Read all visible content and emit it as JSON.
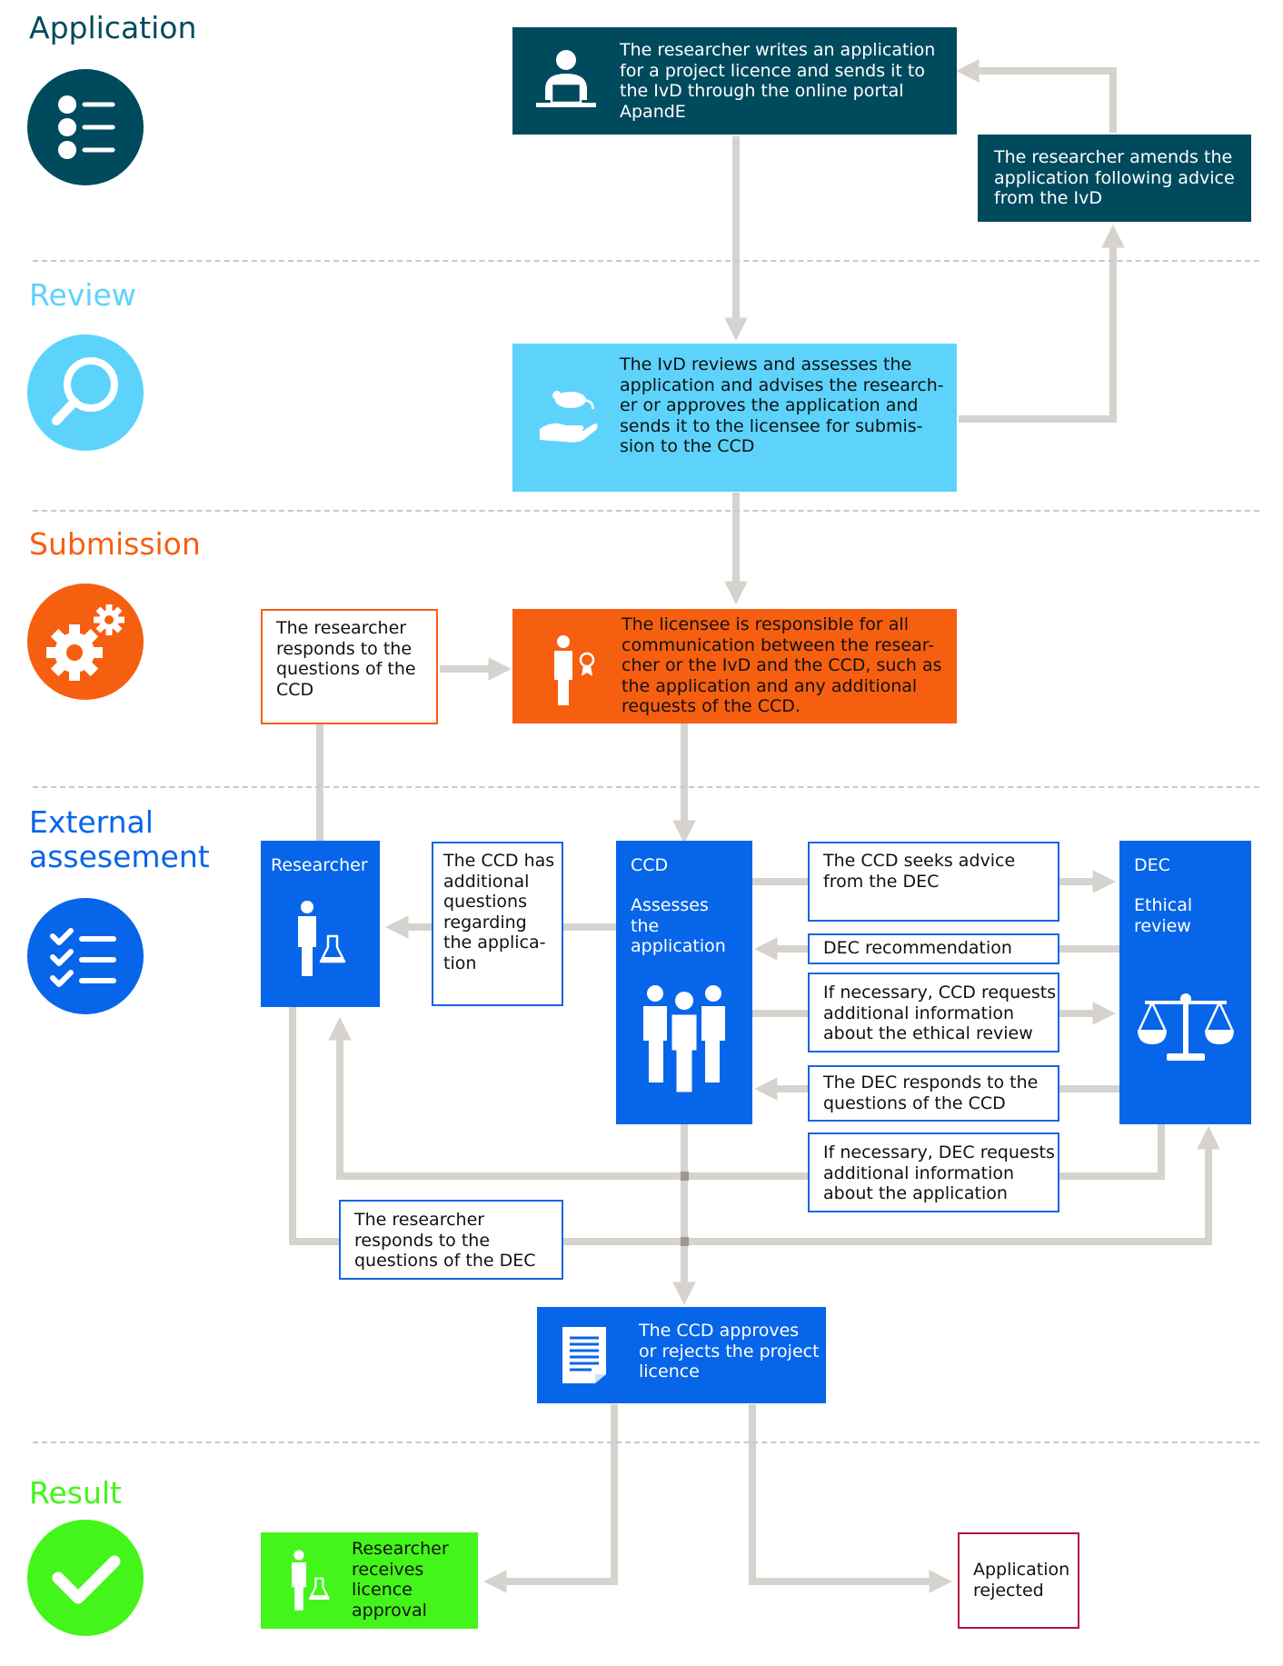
{
  "colors": {
    "application": "#004a5e",
    "review": "#5dd3fb",
    "submission": "#f65f10",
    "external": "#0765e9",
    "result": "#43f51a",
    "arrow": "#d6d3cf",
    "rejected_border": "#b3123a"
  },
  "stages": {
    "application": {
      "title": "Application",
      "icon": "list-icon"
    },
    "review": {
      "title": "Review",
      "icon": "magnifier-icon"
    },
    "submission": {
      "title": "Submission",
      "icon": "gears-icon"
    },
    "external": {
      "title": "External\nassesement",
      "icon": "checklist-icon"
    },
    "result": {
      "title": "Result",
      "icon": "checkmark-icon"
    }
  },
  "boxes": {
    "researcher_writes": {
      "text": "The researcher writes an application\nfor a project licence and sends it to\nthe IvD through the online portal\nApandE",
      "icon": "person-laptop-icon"
    },
    "researcher_amends": {
      "text": "The researcher amends the\napplication following advice\nfrom the IvD"
    },
    "ivd_reviews": {
      "text": "The IvD reviews and assesses the\napplication and advises the research-\ner or approves the application and\nsends it to the licensee for submis-\nsion to the CCD",
      "icon": "hand-mouse-icon"
    },
    "researcher_responds_ccd": {
      "text": "The researcher\nresponds to the\nquestions of the\nCCD"
    },
    "licensee": {
      "text": "The licensee is responsible for all\ncommunication between the resear-\ncher or the IvD and the CCD, such as\nthe application and any additional\nrequests of the CCD.",
      "icon": "person-badge-icon"
    },
    "researcher": {
      "title": "Researcher",
      "icon": "person-flask-icon"
    },
    "ccd_questions": {
      "text": "The CCD has\nadditional\nquestions\nregarding\nthe applica-\ntion"
    },
    "ccd": {
      "title": "CCD",
      "subtitle": "Assesses\nthe\napplication",
      "icon": "group-icon"
    },
    "ccd_seeks_advice": {
      "text": "The CCD seeks advice\nfrom the DEC"
    },
    "dec_recommendation": {
      "text": "DEC recommendation"
    },
    "ccd_requests_info": {
      "text": "If necessary, CCD requests\nadditional information\nabout the ethical review"
    },
    "dec_responds": {
      "text": "The DEC responds to the\nquestions of the CCD"
    },
    "dec_requests_info": {
      "text": "If necessary, DEC requests\nadditional information\nabout the application"
    },
    "dec": {
      "title": "DEC",
      "subtitle": "Ethical\nreview",
      "icon": "scales-icon"
    },
    "researcher_responds_dec": {
      "text": "The researcher\nresponds to the\nquestions of the DEC"
    },
    "ccd_approves": {
      "text": "The CCD approves\nor rejects the project\nlicence",
      "icon": "document-icon"
    },
    "approval": {
      "text": "Researcher\nreceives\nlicence\napproval",
      "icon": "person-flask-icon"
    },
    "rejected": {
      "text": "Application\nrejected"
    }
  }
}
